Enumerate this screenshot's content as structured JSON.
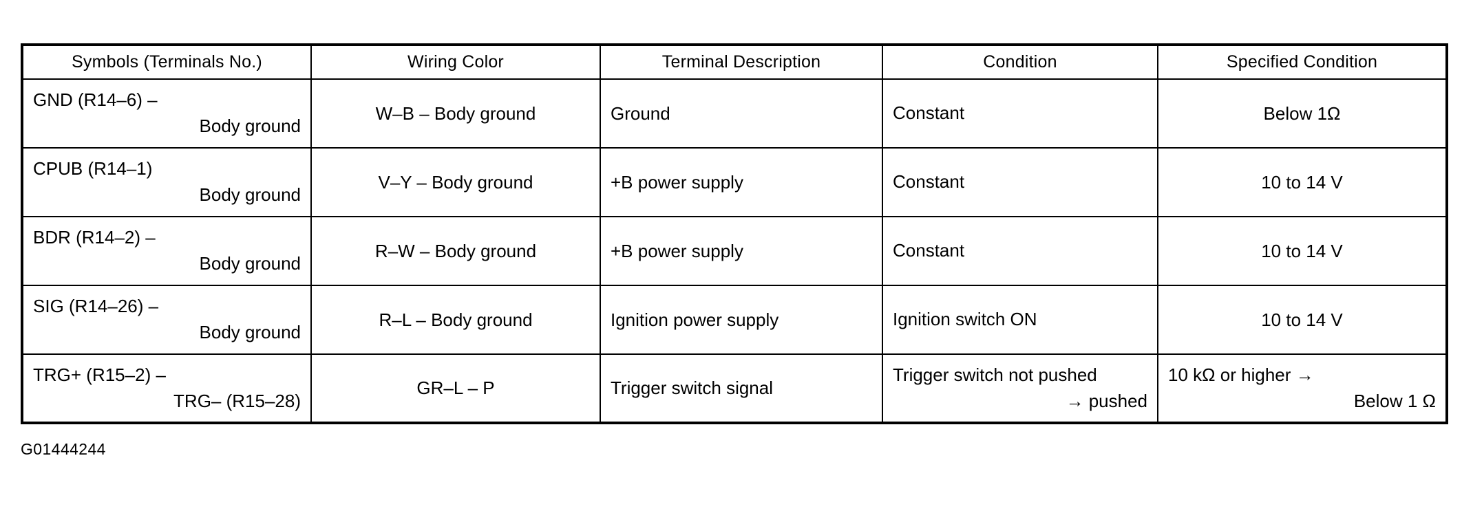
{
  "document": {
    "caption": "G01444244"
  },
  "table": {
    "headers": [
      "Symbols (Terminals No.)",
      "Wiring Color",
      "Terminal Description",
      "Condition",
      "Specified Condition"
    ],
    "rows": [
      {
        "symbols_line1": "GND (R14–6) –",
        "symbols_line2": "Body ground",
        "wiring_color": "W–B – Body ground",
        "terminal_description": "Ground",
        "condition_line1": "Constant",
        "condition_line2": "",
        "specified_line1": "Below 1Ω",
        "specified_line2": "",
        "specified_align": "center"
      },
      {
        "symbols_line1": "CPUB (R14–1)",
        "symbols_line2": "Body ground",
        "wiring_color": "V–Y – Body ground",
        "terminal_description": "+B  power supply",
        "condition_line1": "Constant",
        "condition_line2": "",
        "specified_line1": "10 to 14 V",
        "specified_line2": "",
        "specified_align": "center"
      },
      {
        "symbols_line1": "BDR (R14–2) –",
        "symbols_line2": "Body ground",
        "wiring_color": "R–W – Body ground",
        "terminal_description": "+B  power supply",
        "condition_line1": "Constant",
        "condition_line2": "",
        "specified_line1": "10 to 14 V",
        "specified_line2": "",
        "specified_align": "center"
      },
      {
        "symbols_line1": "SIG (R14–26) –",
        "symbols_line2": "Body ground",
        "wiring_color": "R–L – Body ground",
        "terminal_description": "Ignition power supply",
        "condition_line1": "Ignition switch ON",
        "condition_line2": "",
        "specified_line1": "10 to 14 V",
        "specified_line2": "",
        "specified_align": "center"
      },
      {
        "symbols_line1": "TRG+ (R15–2) –",
        "symbols_line2": "TRG– (R15–28)",
        "wiring_color": "GR–L – P",
        "terminal_description": "Trigger switch signal",
        "condition_line1": "Trigger switch not pushed",
        "condition_line2": "→ pushed",
        "specified_line1": "10 kΩ or higher →",
        "specified_line2": "Below 1 Ω",
        "specified_align": "split"
      }
    ]
  },
  "colors": {
    "border": "#000000",
    "text": "#000000",
    "background": "#ffffff"
  }
}
